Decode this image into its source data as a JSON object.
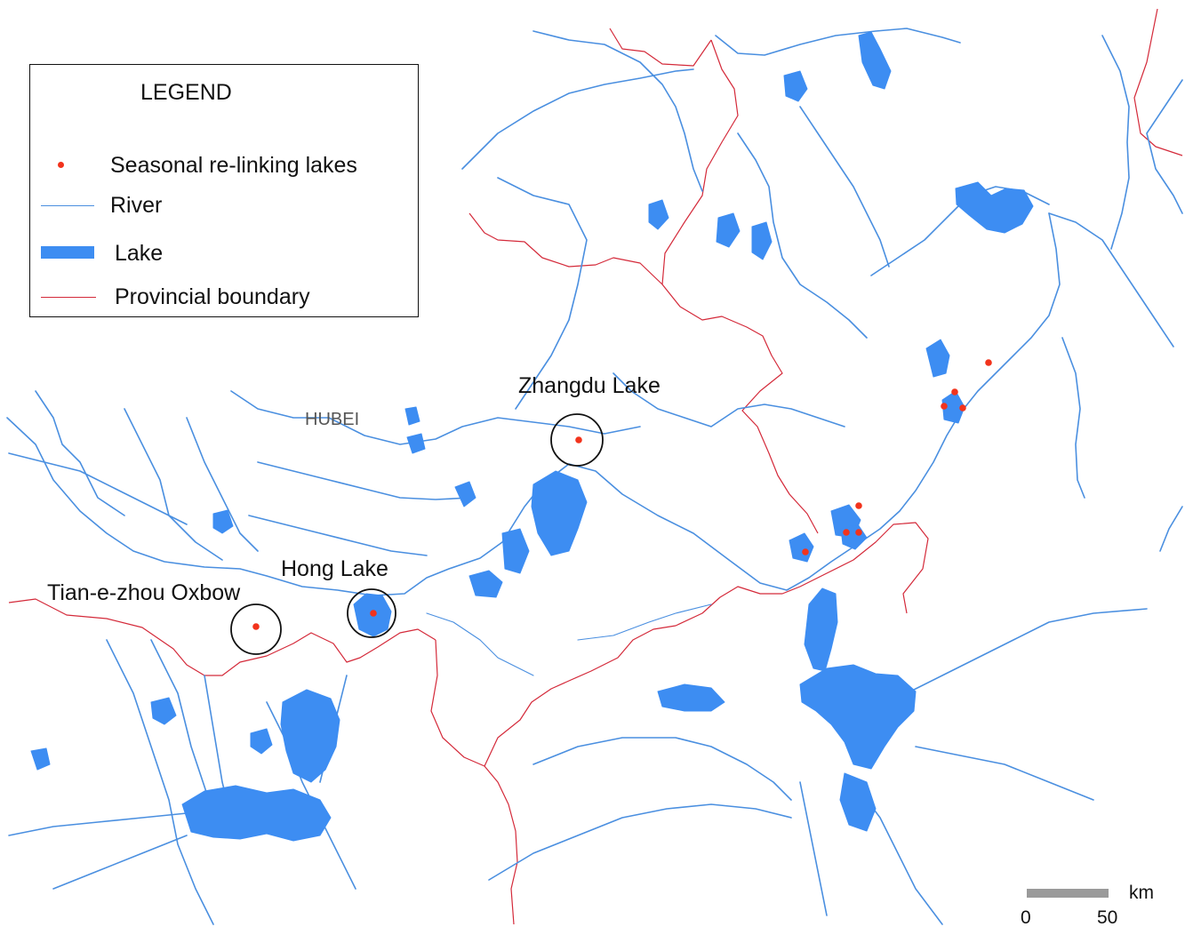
{
  "legend": {
    "title": "LEGEND",
    "items": [
      {
        "label": "Seasonal re-linking lakes",
        "symbol": "red-dot-icon",
        "color": "#f2331c"
      },
      {
        "label": "River",
        "symbol": "blue-line-icon",
        "color": "#4a8fe0"
      },
      {
        "label": "Lake",
        "symbol": "blue-rectangle-icon",
        "color": "#3d8df2"
      },
      {
        "label": "Provincial boundary",
        "symbol": "red-line-icon",
        "color": "#d42a3a"
      }
    ]
  },
  "labels": {
    "region": "HUBEI",
    "zhangdu": "Zhangdu Lake",
    "hong": "Hong Lake",
    "tian": "Tian-e-zhou Oxbow"
  },
  "scale": {
    "start": "0",
    "end": "50",
    "unit": "km"
  },
  "colors": {
    "river": "#4a8fe0",
    "lake": "#3d8df2",
    "boundary": "#d42a3a",
    "seasonal_lake_marker": "#f2331c",
    "scale_bar": "#9a9a9a"
  }
}
